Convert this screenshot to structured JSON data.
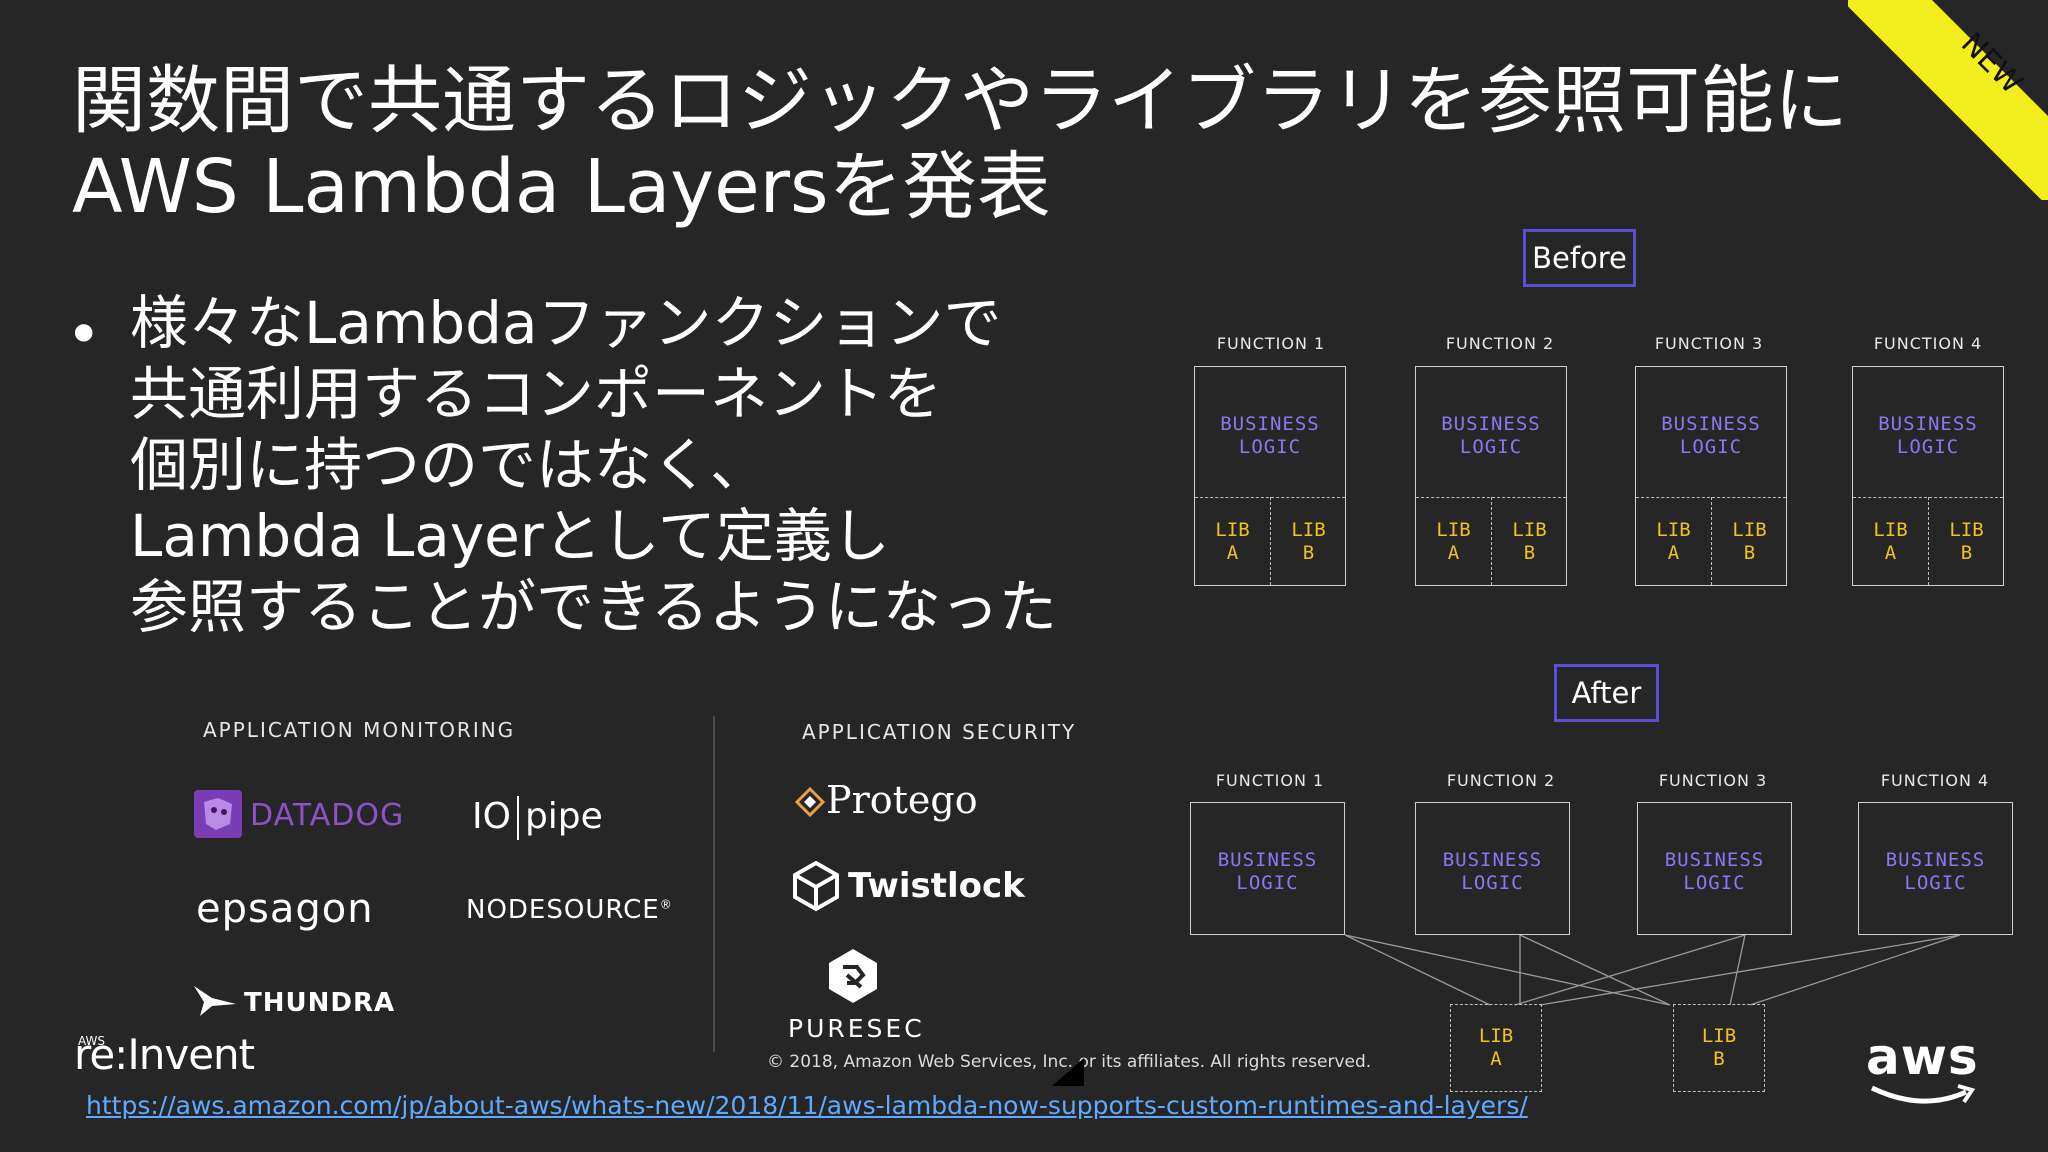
{
  "slide": {
    "title": "関数間で共通するロジックやライブラリを参照可能に\nAWS Lambda Layersを発表",
    "ribbon": "NEW",
    "bullet_mark": "•",
    "bullet_text": "様々なLambdaファンクションで\n共通利用するコンポーネントを\n個別に持つのではなく、\nLambda Layerとして定義し\n参照することができるようになった"
  },
  "diagram": {
    "before_label": "Before",
    "after_label": "After",
    "functions": [
      "FUNCTION 1",
      "FUNCTION 2",
      "FUNCTION 3",
      "FUNCTION 4"
    ],
    "business_logic": "BUSINESS\nLOGIC",
    "lib_a": "LIB\nA",
    "lib_b": "LIB\nB"
  },
  "partners": {
    "monitoring_heading": "APPLICATION MONITORING",
    "security_heading": "APPLICATION SECURITY",
    "datadog": "DATADOG",
    "iopipe_io": "IO",
    "iopipe_pipe": "pipe",
    "epsagon": "epsagon",
    "nodesource": "NODESOURCE",
    "nodesource_mark": "®",
    "thundra": "THUNDRA",
    "protego": "Protego",
    "twistlock": "Twistlock",
    "puresec": "PURESEC"
  },
  "footer": {
    "reinvent_small": "AWS",
    "reinvent": "re:Invent",
    "copyright": "© 2018, Amazon Web Services, Inc. or its affiliates. All rights reserved.",
    "aws_logo": "aws",
    "url": "https://aws.amazon.com/jp/about-aws/whats-new/2018/11/aws-lambda-now-supports-custom-runtimes-and-layers/"
  },
  "colors": {
    "background": "#262626",
    "accent_purple": "#8a78f2",
    "lib_yellow": "#f0c21d",
    "ribbon_yellow": "#f4ee1e",
    "link_blue": "#5fa9ff"
  }
}
